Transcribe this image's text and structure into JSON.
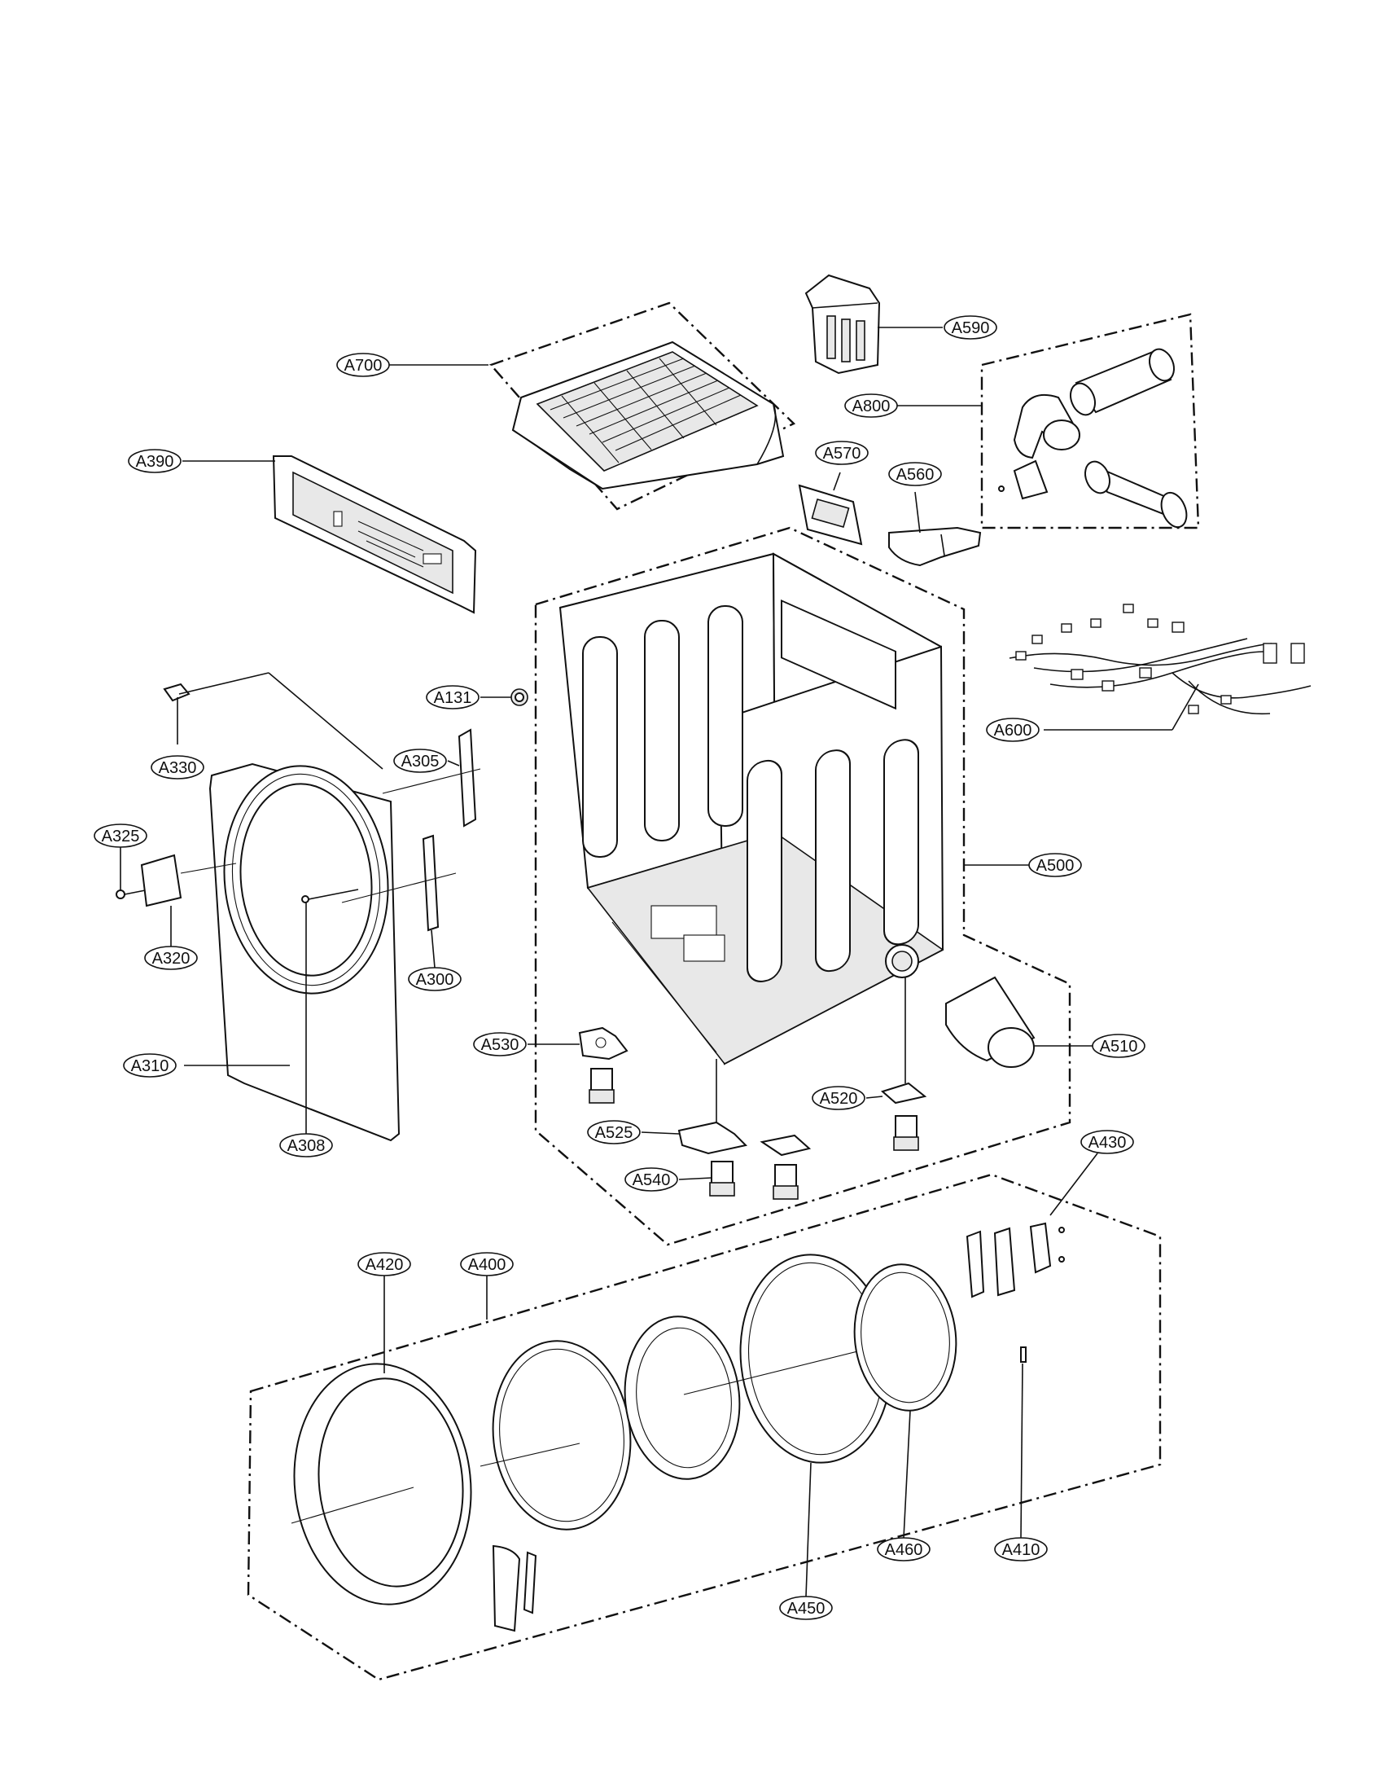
{
  "labels": [
    {
      "id": "A700",
      "text": "A700"
    },
    {
      "id": "A590",
      "text": "A590"
    },
    {
      "id": "A800",
      "text": "A800"
    },
    {
      "id": "A390",
      "text": "A390"
    },
    {
      "id": "A570",
      "text": "A570"
    },
    {
      "id": "A560",
      "text": "A560"
    },
    {
      "id": "A131",
      "text": "A131"
    },
    {
      "id": "A330",
      "text": "A330"
    },
    {
      "id": "A305",
      "text": "A305"
    },
    {
      "id": "A600",
      "text": "A600"
    },
    {
      "id": "A325",
      "text": "A325"
    },
    {
      "id": "A500",
      "text": "A500"
    },
    {
      "id": "A320",
      "text": "A320"
    },
    {
      "id": "A300",
      "text": "A300"
    },
    {
      "id": "A530",
      "text": "A530"
    },
    {
      "id": "A510",
      "text": "A510"
    },
    {
      "id": "A310",
      "text": "A310"
    },
    {
      "id": "A520",
      "text": "A520"
    },
    {
      "id": "A525",
      "text": "A525"
    },
    {
      "id": "A308",
      "text": "A308"
    },
    {
      "id": "A430",
      "text": "A430"
    },
    {
      "id": "A540",
      "text": "A540"
    },
    {
      "id": "A420",
      "text": "A420"
    },
    {
      "id": "A400",
      "text": "A400"
    },
    {
      "id": "A460",
      "text": "A460"
    },
    {
      "id": "A410",
      "text": "A410"
    },
    {
      "id": "A450",
      "text": "A450"
    }
  ]
}
